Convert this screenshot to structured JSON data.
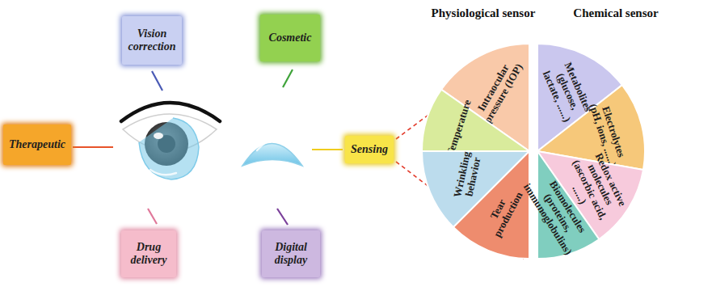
{
  "diagram": {
    "nodes": [
      {
        "text": [
          "Vision correction"
        ]
      },
      {
        "text": [
          "Cosmetic"
        ]
      },
      {
        "text": [
          "Therapeutic"
        ]
      },
      {
        "text": [
          "Sensing"
        ]
      },
      {
        "text": [
          "Drug delivery"
        ]
      },
      {
        "text": [
          "Digital display"
        ]
      },
      {
        "text": [
          "Intraocular pressure (IOP)"
        ]
      },
      {
        "text": [
          "Temperature"
        ]
      },
      {
        "text": [
          "Wrinkling behavior"
        ]
      },
      {
        "text": [
          "Tear production"
        ]
      },
      {
        "text": [
          "Metabolites (glucose, lactate, ......)"
        ]
      },
      {
        "text": [
          "Electrolytes (pH, ions, ......)"
        ]
      },
      {
        "text": [
          "Redox active molecules (ascorbic acid, ......)"
        ]
      },
      {
        "text": [
          "Biomolecules (proteins, immunoglobulins)"
        ]
      }
    ],
    "labels": [
      "Physiological sensor",
      "Chemical sensor"
    ]
  }
}
